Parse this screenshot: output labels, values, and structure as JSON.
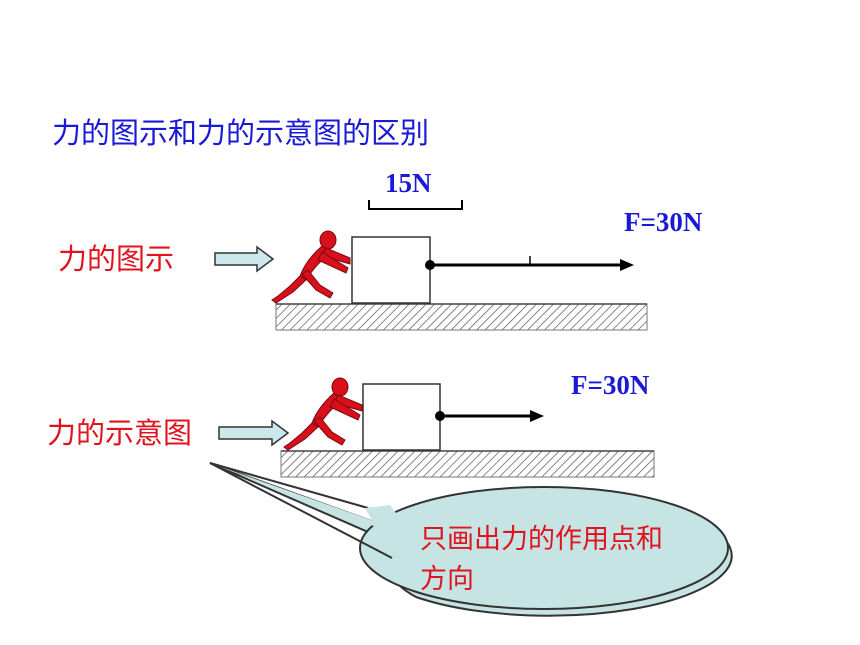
{
  "title": "力的图示和力的示意图的区别",
  "diagram1": {
    "label": "力的图示",
    "scale_label": "15N",
    "force_label": "F=30N"
  },
  "diagram2": {
    "label": "力的示意图",
    "force_label": "F=30N"
  },
  "callout": {
    "text": "只画出力的作用点和方向",
    "fill": "#c6e4e4"
  },
  "colors": {
    "title": "#1a1ad6",
    "label": "#e0141e",
    "figure": "#d8101c",
    "arrow_fill": "#cde8ea"
  }
}
